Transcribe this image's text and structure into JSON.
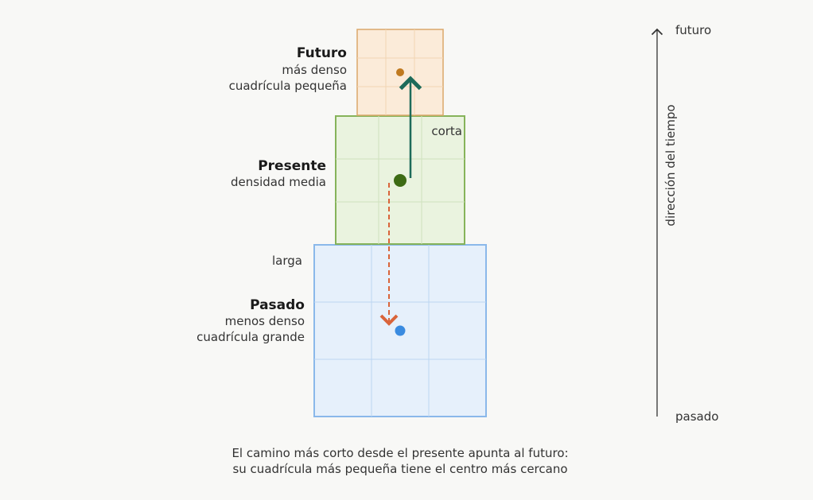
{
  "levels": {
    "future": {
      "title": "Futuro",
      "line1": "más denso",
      "line2": "cuadrícula pequeña"
    },
    "present": {
      "title": "Presente",
      "line1": "densidad media"
    },
    "past": {
      "title": "Pasado",
      "line1": "menos denso",
      "line2": "cuadrícula grande"
    }
  },
  "paths": {
    "short": "corta",
    "long": "larga"
  },
  "axis": {
    "top": "futuro",
    "bottom": "pasado",
    "label": "dirección del tiempo"
  },
  "caption": {
    "line1": "El camino más corto desde el presente apunta al futuro:",
    "line2": "su cuadrícula más pequeña tiene el centro más cercano"
  },
  "colors": {
    "future": "#c07a20",
    "present": "#3d6b14",
    "past": "#3a8be0",
    "short": "#1d6b5a",
    "long": "#d9643a"
  }
}
